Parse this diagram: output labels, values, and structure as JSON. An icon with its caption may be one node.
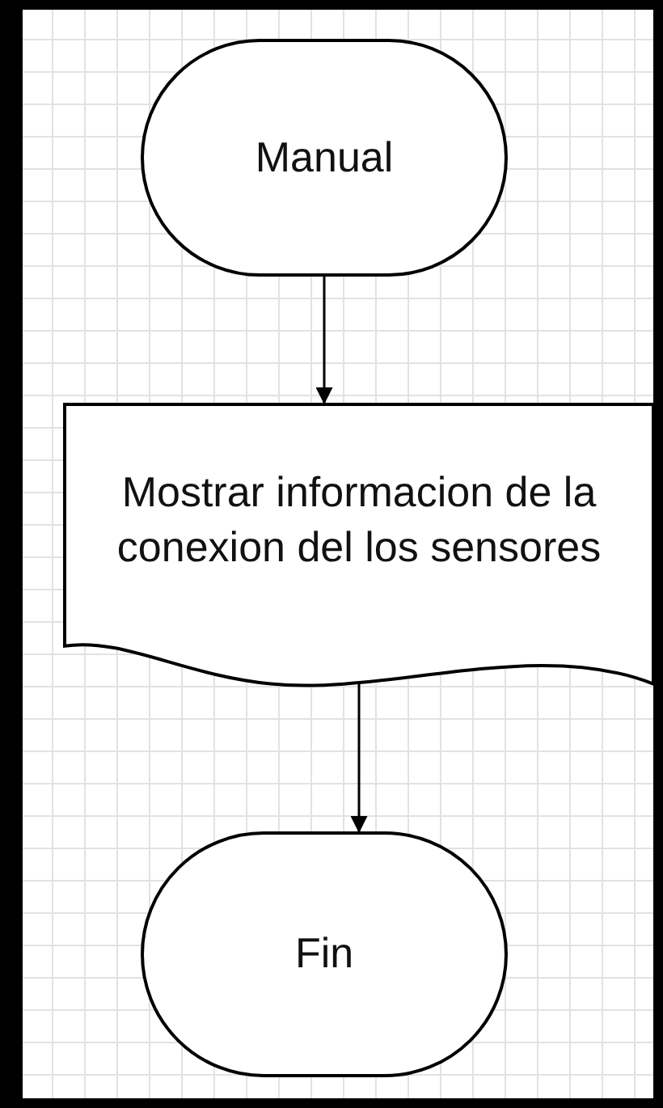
{
  "diagram": {
    "nodes": [
      {
        "text": [
          "Manual"
        ]
      },
      {
        "text": [
          "Mostrar informacion de la conexion del los sensores"
        ]
      },
      {
        "text": [
          "Fin"
        ]
      }
    ],
    "edges": [
      {
        "from": 0,
        "to": 1,
        "arrow": "to"
      },
      {
        "from": 1,
        "to": 2,
        "arrow": "to"
      }
    ]
  }
}
